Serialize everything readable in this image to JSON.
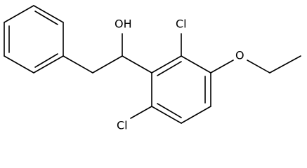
{
  "molecule": {
    "labels": {
      "hydroxyl": "OH",
      "chloro_top": "Cl",
      "chloro_bottom": "Cl",
      "ether_oxygen": "O"
    }
  },
  "colors": {
    "bond": "#000000",
    "text": "#000000",
    "background": "#ffffff"
  }
}
